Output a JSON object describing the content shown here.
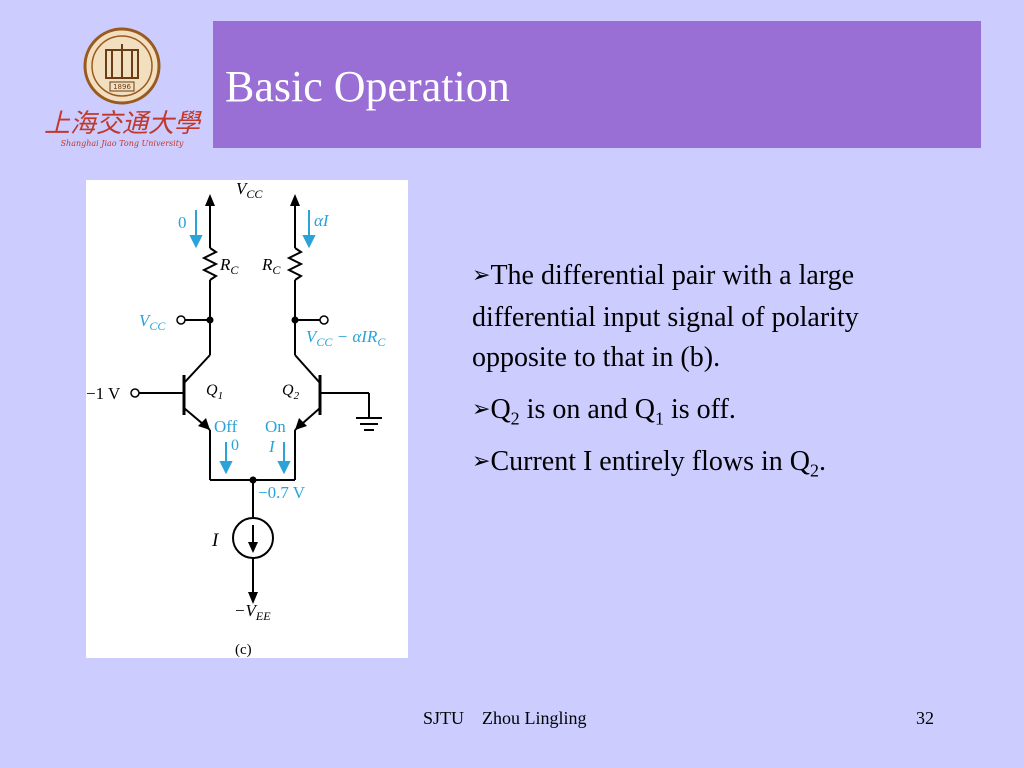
{
  "slide": {
    "title": "Basic Operation",
    "logo": {
      "seal_year": "1896",
      "name_cn": "上海交通大學",
      "name_en": "Shanghai Jiao Tong University"
    },
    "bullets": [
      {
        "parts": [
          {
            "t": "The differential pair with a large differential input signal of polarity opposite to that in (b)."
          }
        ]
      },
      {
        "parts": [
          {
            "t": "Q"
          },
          {
            "sub": "2"
          },
          {
            "t": " is on and Q"
          },
          {
            "sub": "1"
          },
          {
            "t": " is off."
          }
        ]
      },
      {
        "parts": [
          {
            "t": "Current I entirely flows in Q"
          },
          {
            "sub": "2"
          },
          {
            "t": "."
          }
        ]
      }
    ],
    "footer": {
      "org": "SJTU",
      "author": "Zhou Lingling",
      "page": "32"
    }
  },
  "circuit": {
    "vcc_top": {
      "main": "V",
      "sub": "CC"
    },
    "left_current": "0",
    "right_current": "αI",
    "rc_left": {
      "main": "R",
      "sub": "C"
    },
    "rc_right": {
      "main": "R",
      "sub": "C"
    },
    "out_left": {
      "main": "V",
      "sub": "CC"
    },
    "out_right": {
      "main": "V",
      "sub": "CC",
      "rest": " − αIR",
      "sub2": "C"
    },
    "input": "−1 V",
    "q1": {
      "main": "Q",
      "sub": "1"
    },
    "q2": {
      "main": "Q",
      "sub": "2"
    },
    "q1_state": "Off",
    "q1_current": "0",
    "q2_state": "On",
    "q2_current": "I",
    "node_voltage": "−0.7 V",
    "source_label": "I",
    "vee": {
      "prefix": "−V",
      "sub": "EE"
    },
    "caption": "(c)",
    "colors": {
      "annotation": "#29a3d8",
      "wire": "#000000"
    }
  }
}
